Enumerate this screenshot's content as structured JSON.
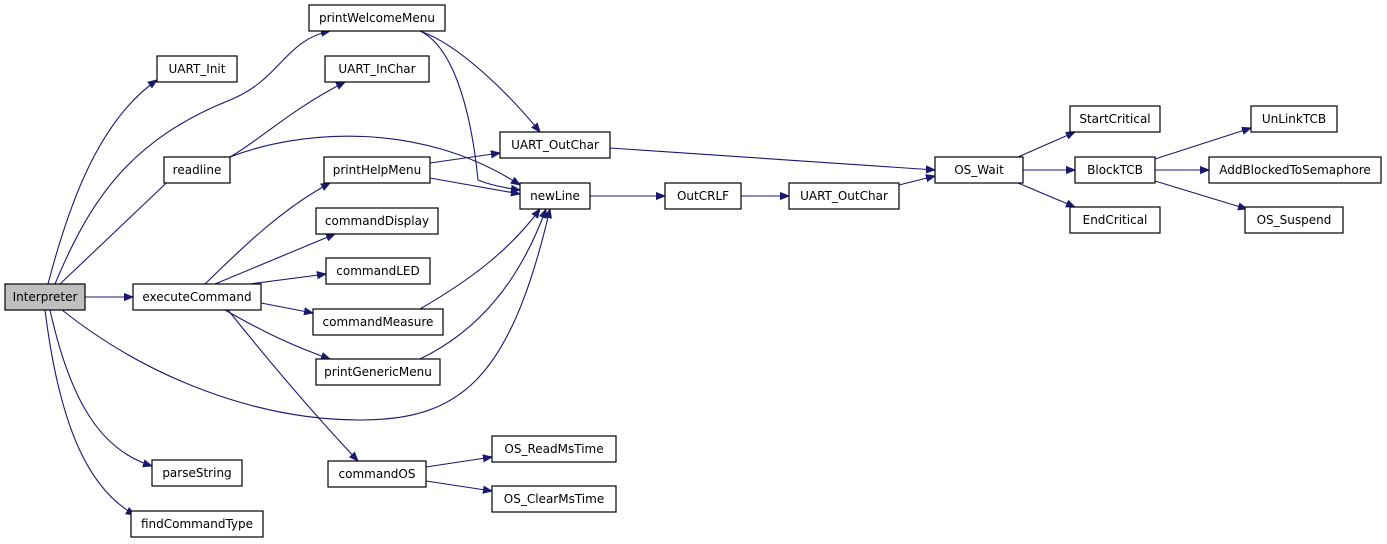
{
  "graph": {
    "accent_color": "#191970",
    "root_fill": "#bfbfbf",
    "nodes": [
      {
        "id": "Interpreter",
        "label": "Interpreter",
        "root": true
      },
      {
        "id": "UART_Init",
        "label": "UART_Init"
      },
      {
        "id": "printWelcomeMenu",
        "label": "printWelcomeMenu"
      },
      {
        "id": "UART_InChar",
        "label": "UART_InChar"
      },
      {
        "id": "readline",
        "label": "readline"
      },
      {
        "id": "UART_OutChar_1",
        "label": "UART_OutChar"
      },
      {
        "id": "printHelpMenu",
        "label": "printHelpMenu"
      },
      {
        "id": "newLine",
        "label": "newLine"
      },
      {
        "id": "commandDisplay",
        "label": "commandDisplay"
      },
      {
        "id": "commandLED",
        "label": "commandLED"
      },
      {
        "id": "executeCommand",
        "label": "executeCommand"
      },
      {
        "id": "commandMeasure",
        "label": "commandMeasure"
      },
      {
        "id": "printGenericMenu",
        "label": "printGenericMenu"
      },
      {
        "id": "parseString",
        "label": "parseString"
      },
      {
        "id": "findCommandType",
        "label": "findCommandType"
      },
      {
        "id": "commandOS",
        "label": "commandOS"
      },
      {
        "id": "OS_ReadMsTime",
        "label": "OS_ReadMsTime"
      },
      {
        "id": "OS_ClearMsTime",
        "label": "OS_ClearMsTime"
      },
      {
        "id": "OutCRLF",
        "label": "OutCRLF"
      },
      {
        "id": "UART_OutChar_2",
        "label": "UART_OutChar"
      },
      {
        "id": "OS_Wait",
        "label": "OS_Wait"
      },
      {
        "id": "StartCritical",
        "label": "StartCritical"
      },
      {
        "id": "BlockTCB",
        "label": "BlockTCB"
      },
      {
        "id": "EndCritical",
        "label": "EndCritical"
      },
      {
        "id": "UnLinkTCB",
        "label": "UnLinkTCB"
      },
      {
        "id": "AddBlockedToSemaphore",
        "label": "AddBlockedToSemaphore"
      },
      {
        "id": "OS_Suspend",
        "label": "OS_Suspend"
      }
    ],
    "edges": [
      {
        "from": "Interpreter",
        "to": "UART_Init"
      },
      {
        "from": "Interpreter",
        "to": "printWelcomeMenu"
      },
      {
        "from": "Interpreter",
        "to": "readline"
      },
      {
        "from": "Interpreter",
        "to": "executeCommand"
      },
      {
        "from": "Interpreter",
        "to": "newLine"
      },
      {
        "from": "Interpreter",
        "to": "parseString"
      },
      {
        "from": "Interpreter",
        "to": "findCommandType"
      },
      {
        "from": "printWelcomeMenu",
        "to": "UART_OutChar_1"
      },
      {
        "from": "printWelcomeMenu",
        "to": "newLine"
      },
      {
        "from": "readline",
        "to": "UART_InChar"
      },
      {
        "from": "readline",
        "to": "newLine"
      },
      {
        "from": "printHelpMenu",
        "to": "UART_OutChar_1"
      },
      {
        "from": "printHelpMenu",
        "to": "newLine"
      },
      {
        "from": "executeCommand",
        "to": "printHelpMenu"
      },
      {
        "from": "executeCommand",
        "to": "commandDisplay"
      },
      {
        "from": "executeCommand",
        "to": "commandLED"
      },
      {
        "from": "executeCommand",
        "to": "commandMeasure"
      },
      {
        "from": "executeCommand",
        "to": "printGenericMenu"
      },
      {
        "from": "executeCommand",
        "to": "commandOS"
      },
      {
        "from": "commandMeasure",
        "to": "newLine"
      },
      {
        "from": "printGenericMenu",
        "to": "newLine"
      },
      {
        "from": "commandOS",
        "to": "OS_ReadMsTime"
      },
      {
        "from": "commandOS",
        "to": "OS_ClearMsTime"
      },
      {
        "from": "newLine",
        "to": "OutCRLF"
      },
      {
        "from": "OutCRLF",
        "to": "UART_OutChar_2"
      },
      {
        "from": "UART_OutChar_1",
        "to": "OS_Wait"
      },
      {
        "from": "UART_OutChar_2",
        "to": "OS_Wait"
      },
      {
        "from": "OS_Wait",
        "to": "StartCritical"
      },
      {
        "from": "OS_Wait",
        "to": "BlockTCB"
      },
      {
        "from": "OS_Wait",
        "to": "EndCritical"
      },
      {
        "from": "BlockTCB",
        "to": "UnLinkTCB"
      },
      {
        "from": "BlockTCB",
        "to": "AddBlockedToSemaphore"
      },
      {
        "from": "BlockTCB",
        "to": "OS_Suspend"
      }
    ]
  }
}
